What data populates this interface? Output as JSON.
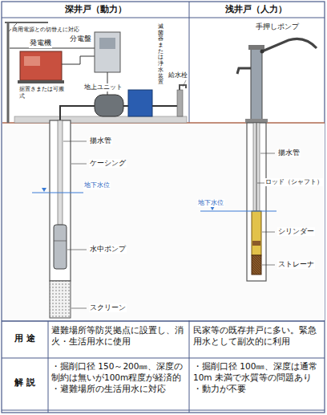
{
  "diagram": {
    "labels": [
      "深井戸（動力）",
      "浅井戸（人力）",
      "商用電源との切替えに対応",
      "発電機",
      "分電盤",
      "滅菌器または浄水装置",
      "給水栓",
      "据置きまたは可搬式",
      "地上ユニット",
      "揚水管",
      "ケーシング",
      "地下水位",
      "水中ポンプ",
      "スクリーン",
      "手押しポンプ",
      "揚水管",
      "ロッド（シャフト）",
      "地下水位",
      "シリンダー",
      "ストレーナ",
      "用途",
      "避難場所等防災拠点に設置し、消火・生活用水に使用",
      "民家等の既存井戸に多い。緊急用水として副次的に利用",
      "解説",
      "・掘削口径 150～200㎜、深度の制約は無いが100m程度が経済的",
      "・避難場所の生活用水に対応",
      "・掘削口径 100㎜、深度は通常 10m 未満で水質等の問題あり",
      "・動力が不要"
    ]
  }
}
